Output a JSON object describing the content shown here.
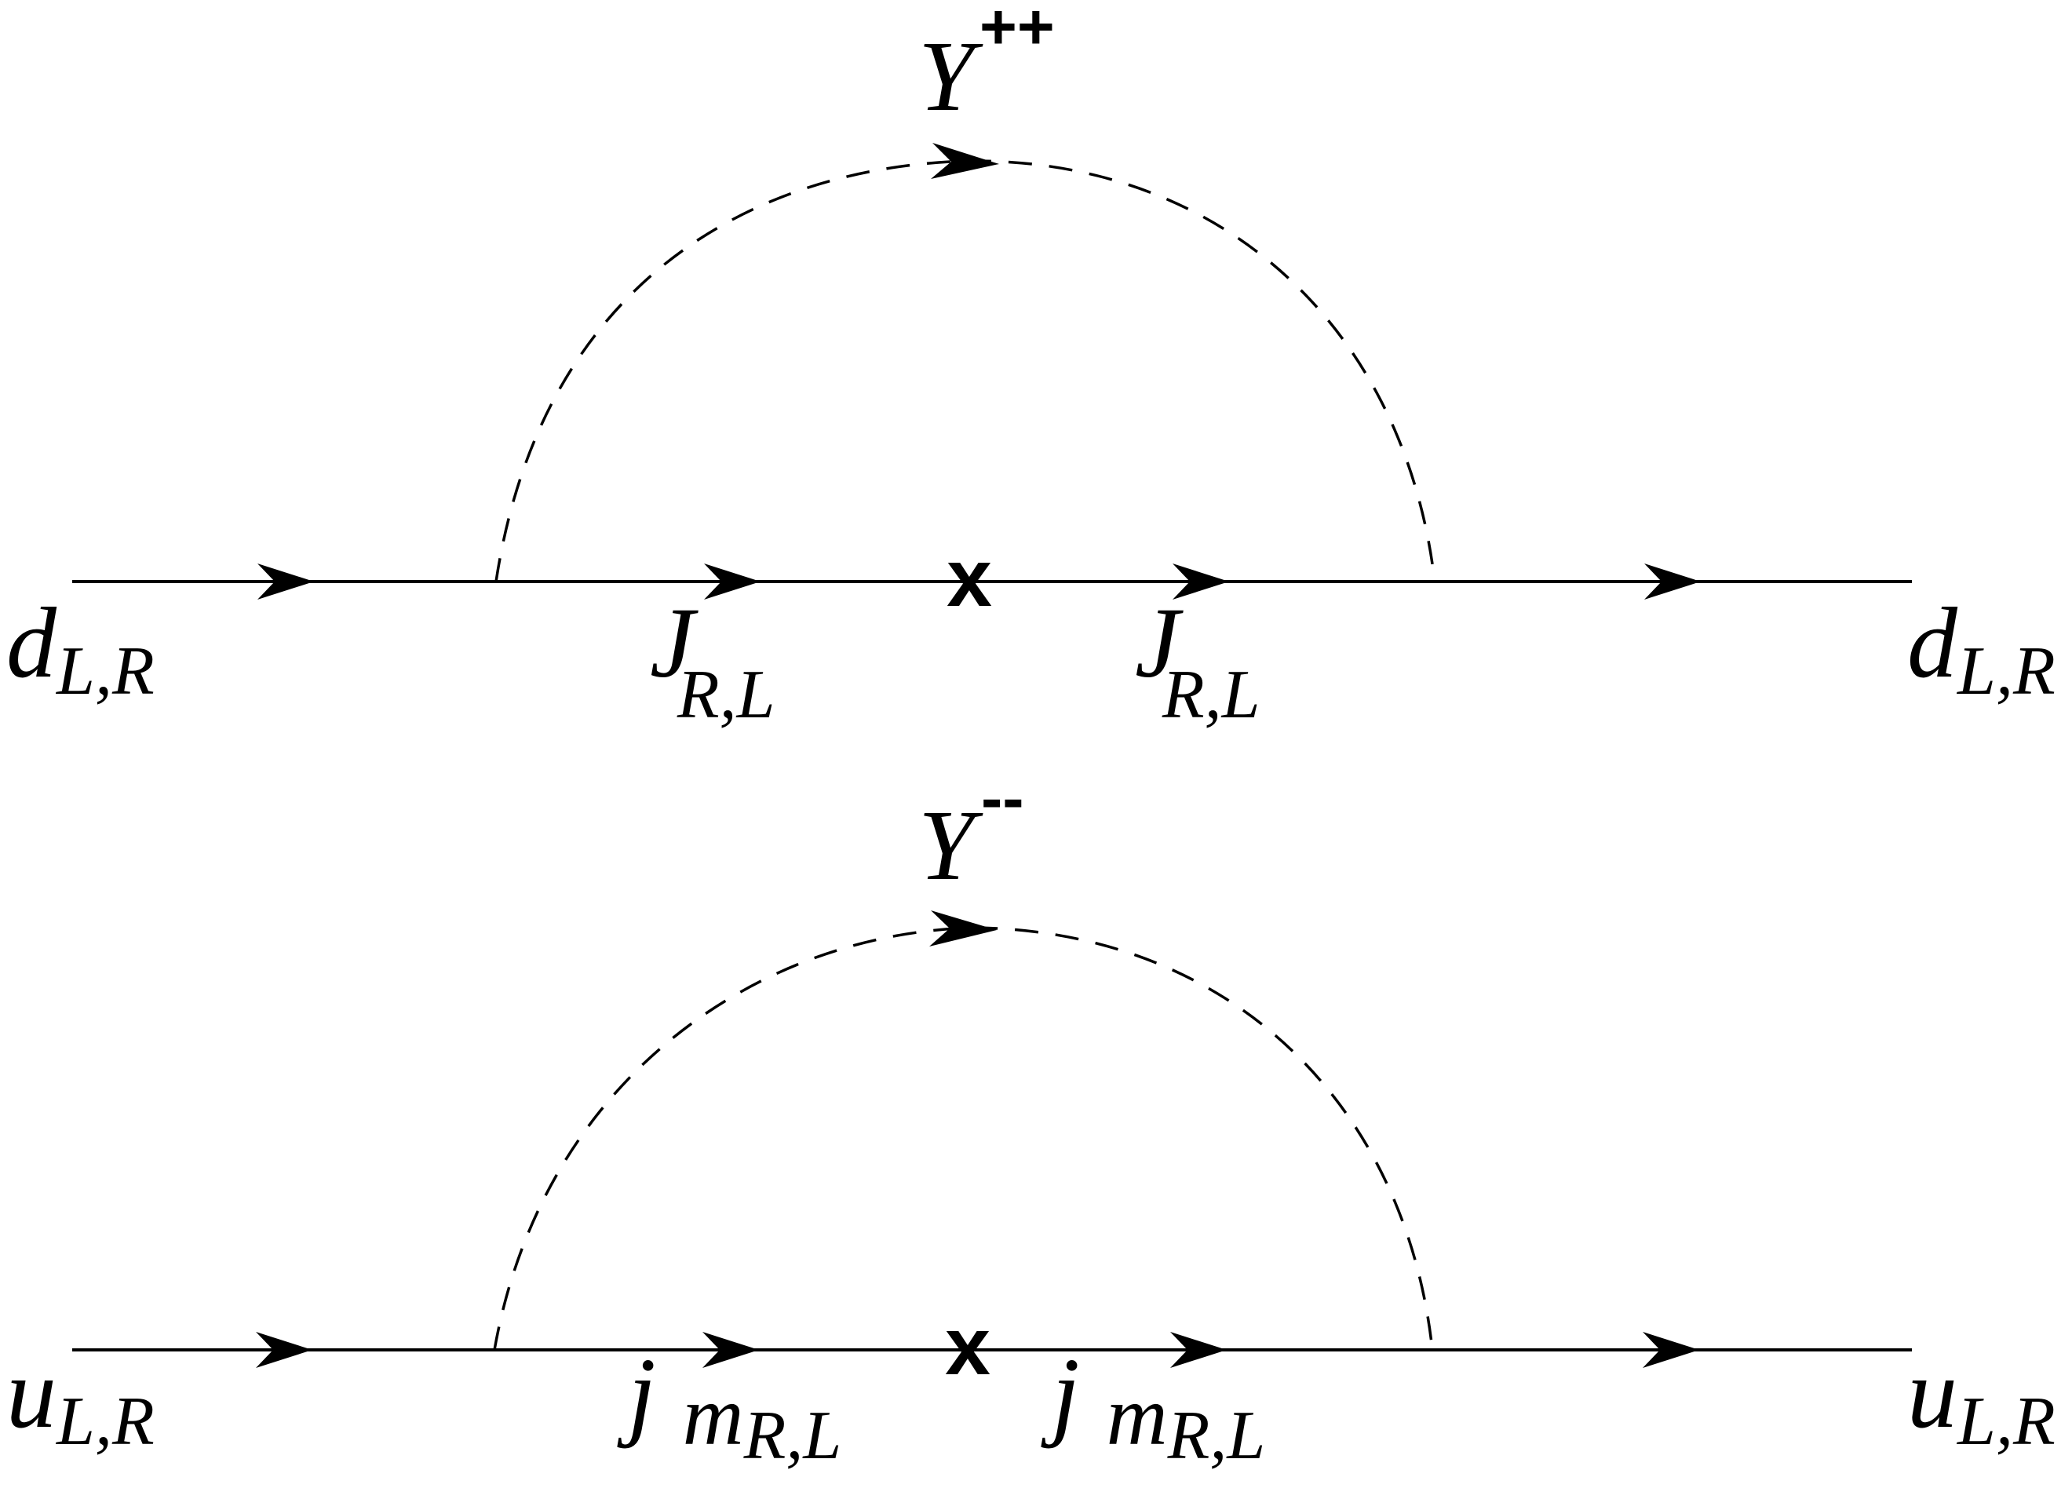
{
  "diagrams": [
    {
      "scalar": {
        "symbol": "Y",
        "charge": "++"
      },
      "insertion_mark": "x",
      "legs": [
        {
          "symbol": "d",
          "subscript": "L,R"
        },
        {
          "symbol": "J",
          "subscript": "R,L"
        },
        {
          "symbol": "J",
          "subscript": "R,L"
        },
        {
          "symbol": "d",
          "subscript": "L,R"
        }
      ]
    },
    {
      "scalar": {
        "symbol": "Y",
        "charge": "--"
      },
      "insertion_mark": "x",
      "legs": [
        {
          "symbol": "u",
          "subscript": "L,R"
        },
        {
          "symbol": "j",
          "subscript": "m",
          "subsubscript": "R,L"
        },
        {
          "symbol": "j",
          "subscript": "m",
          "subsubscript": "R,L"
        },
        {
          "symbol": "u",
          "subscript": "L,R"
        }
      ]
    }
  ]
}
